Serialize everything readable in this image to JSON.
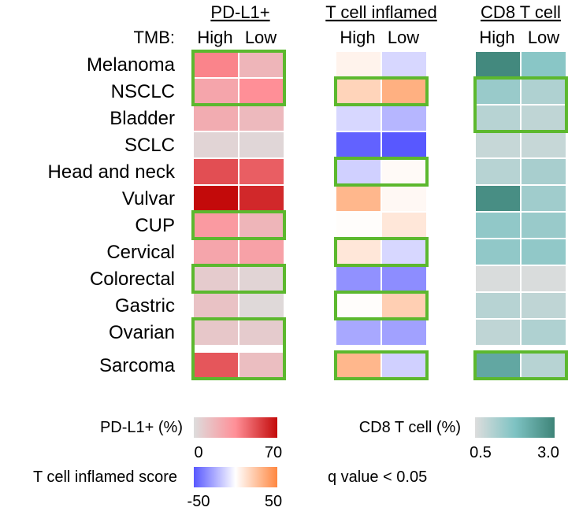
{
  "chart_data": {
    "type": "heatmap",
    "tmb_label": "TMB:",
    "column_labels": [
      "High",
      "Low"
    ],
    "rows": [
      "Melanoma",
      "NSCLC",
      "Bladder",
      "SCLC",
      "Head and neck",
      "Vulvar",
      "CUP",
      "Cervical",
      "Colorectal",
      "Gastric",
      "Ovarian",
      "Sarcoma"
    ],
    "panels": [
      {
        "title": "PD-L1+",
        "scale": "pdl1",
        "values": [
          [
            38,
            18
          ],
          [
            25,
            35
          ],
          [
            22,
            16
          ],
          [
            4,
            3
          ],
          [
            52,
            48
          ],
          [
            70,
            62
          ],
          [
            30,
            18
          ],
          [
            25,
            27
          ],
          [
            8,
            4
          ],
          [
            12,
            2
          ],
          [
            10,
            8
          ],
          [
            50,
            14
          ]
        ],
        "significant": [
          [
            0,
            1,
            0
          ],
          [
            6,
            6,
            0
          ],
          [
            8,
            8,
            0
          ],
          [
            10,
            11,
            0
          ]
        ]
      },
      {
        "title": "T cell inflamed",
        "scale": "tcell",
        "values": [
          [
            5,
            -12
          ],
          [
            18,
            33
          ],
          [
            -12,
            -22
          ],
          [
            -47,
            -50
          ],
          [
            -14,
            2
          ],
          [
            30,
            3
          ],
          [
            1,
            10
          ],
          [
            10,
            -12
          ],
          [
            -33,
            -34
          ],
          [
            1,
            20
          ],
          [
            -26,
            -28
          ],
          [
            30,
            -14
          ]
        ],
        "significant": [
          [
            1,
            1,
            0
          ],
          [
            4,
            4,
            0
          ],
          [
            7,
            7,
            0
          ],
          [
            9,
            9,
            0
          ],
          [
            11,
            11,
            0
          ]
        ]
      },
      {
        "title": "CD8 T cell",
        "scale": "cd8",
        "values": [
          [
            2.9,
            1.6
          ],
          [
            1.4,
            1.1
          ],
          [
            1.0,
            0.9
          ],
          [
            0.8,
            0.8
          ],
          [
            1.0,
            1.2
          ],
          [
            2.8,
            1.3
          ],
          [
            1.5,
            1.4
          ],
          [
            1.5,
            1.5
          ],
          [
            0.55,
            0.55
          ],
          [
            1.0,
            0.9
          ],
          [
            0.9,
            1.1
          ],
          [
            2.3,
            1.0
          ]
        ],
        "significant": [
          [
            1,
            2,
            0
          ],
          [
            11,
            11,
            0
          ]
        ]
      }
    ],
    "legends": {
      "pdl1": {
        "title": "PD-L1+ (%)",
        "min_label": "0",
        "max_label": "70",
        "min": 0,
        "max": 70,
        "colors": [
          "#dddddd",
          "#ff8f97",
          "#c30a0a"
        ]
      },
      "cd8": {
        "title": "CD8 T cell (%)",
        "min_label": "0.5",
        "max_label": "3.0",
        "min": 0.5,
        "max": 3.0,
        "colors": [
          "#dddddd",
          "#7ec3c3",
          "#3e8478"
        ]
      },
      "tcell": {
        "title": "T cell inflamed score",
        "min_label": "-50",
        "max_label": "50",
        "min": -50,
        "max": 50,
        "colors": [
          "#5858ff",
          "#ffffff",
          "#ff8740"
        ]
      },
      "q_note": "q value < 0.05",
      "significance_color": "#5cb82e"
    }
  }
}
